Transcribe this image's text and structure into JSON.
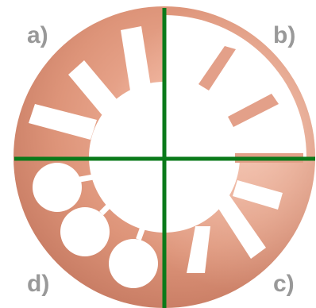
{
  "diagram": {
    "quadrants": {
      "top_left": {
        "label": "a)"
      },
      "top_right": {
        "label": "b)"
      },
      "bottom_right": {
        "label": "c)"
      },
      "bottom_left": {
        "label": "d)"
      }
    },
    "colors": {
      "copper_light": "#efa991",
      "copper_mid": "#d99070",
      "copper_dark": "#c0705a",
      "divider": "#0a7a1a",
      "label": "#999999",
      "background": "#ffffff"
    }
  }
}
